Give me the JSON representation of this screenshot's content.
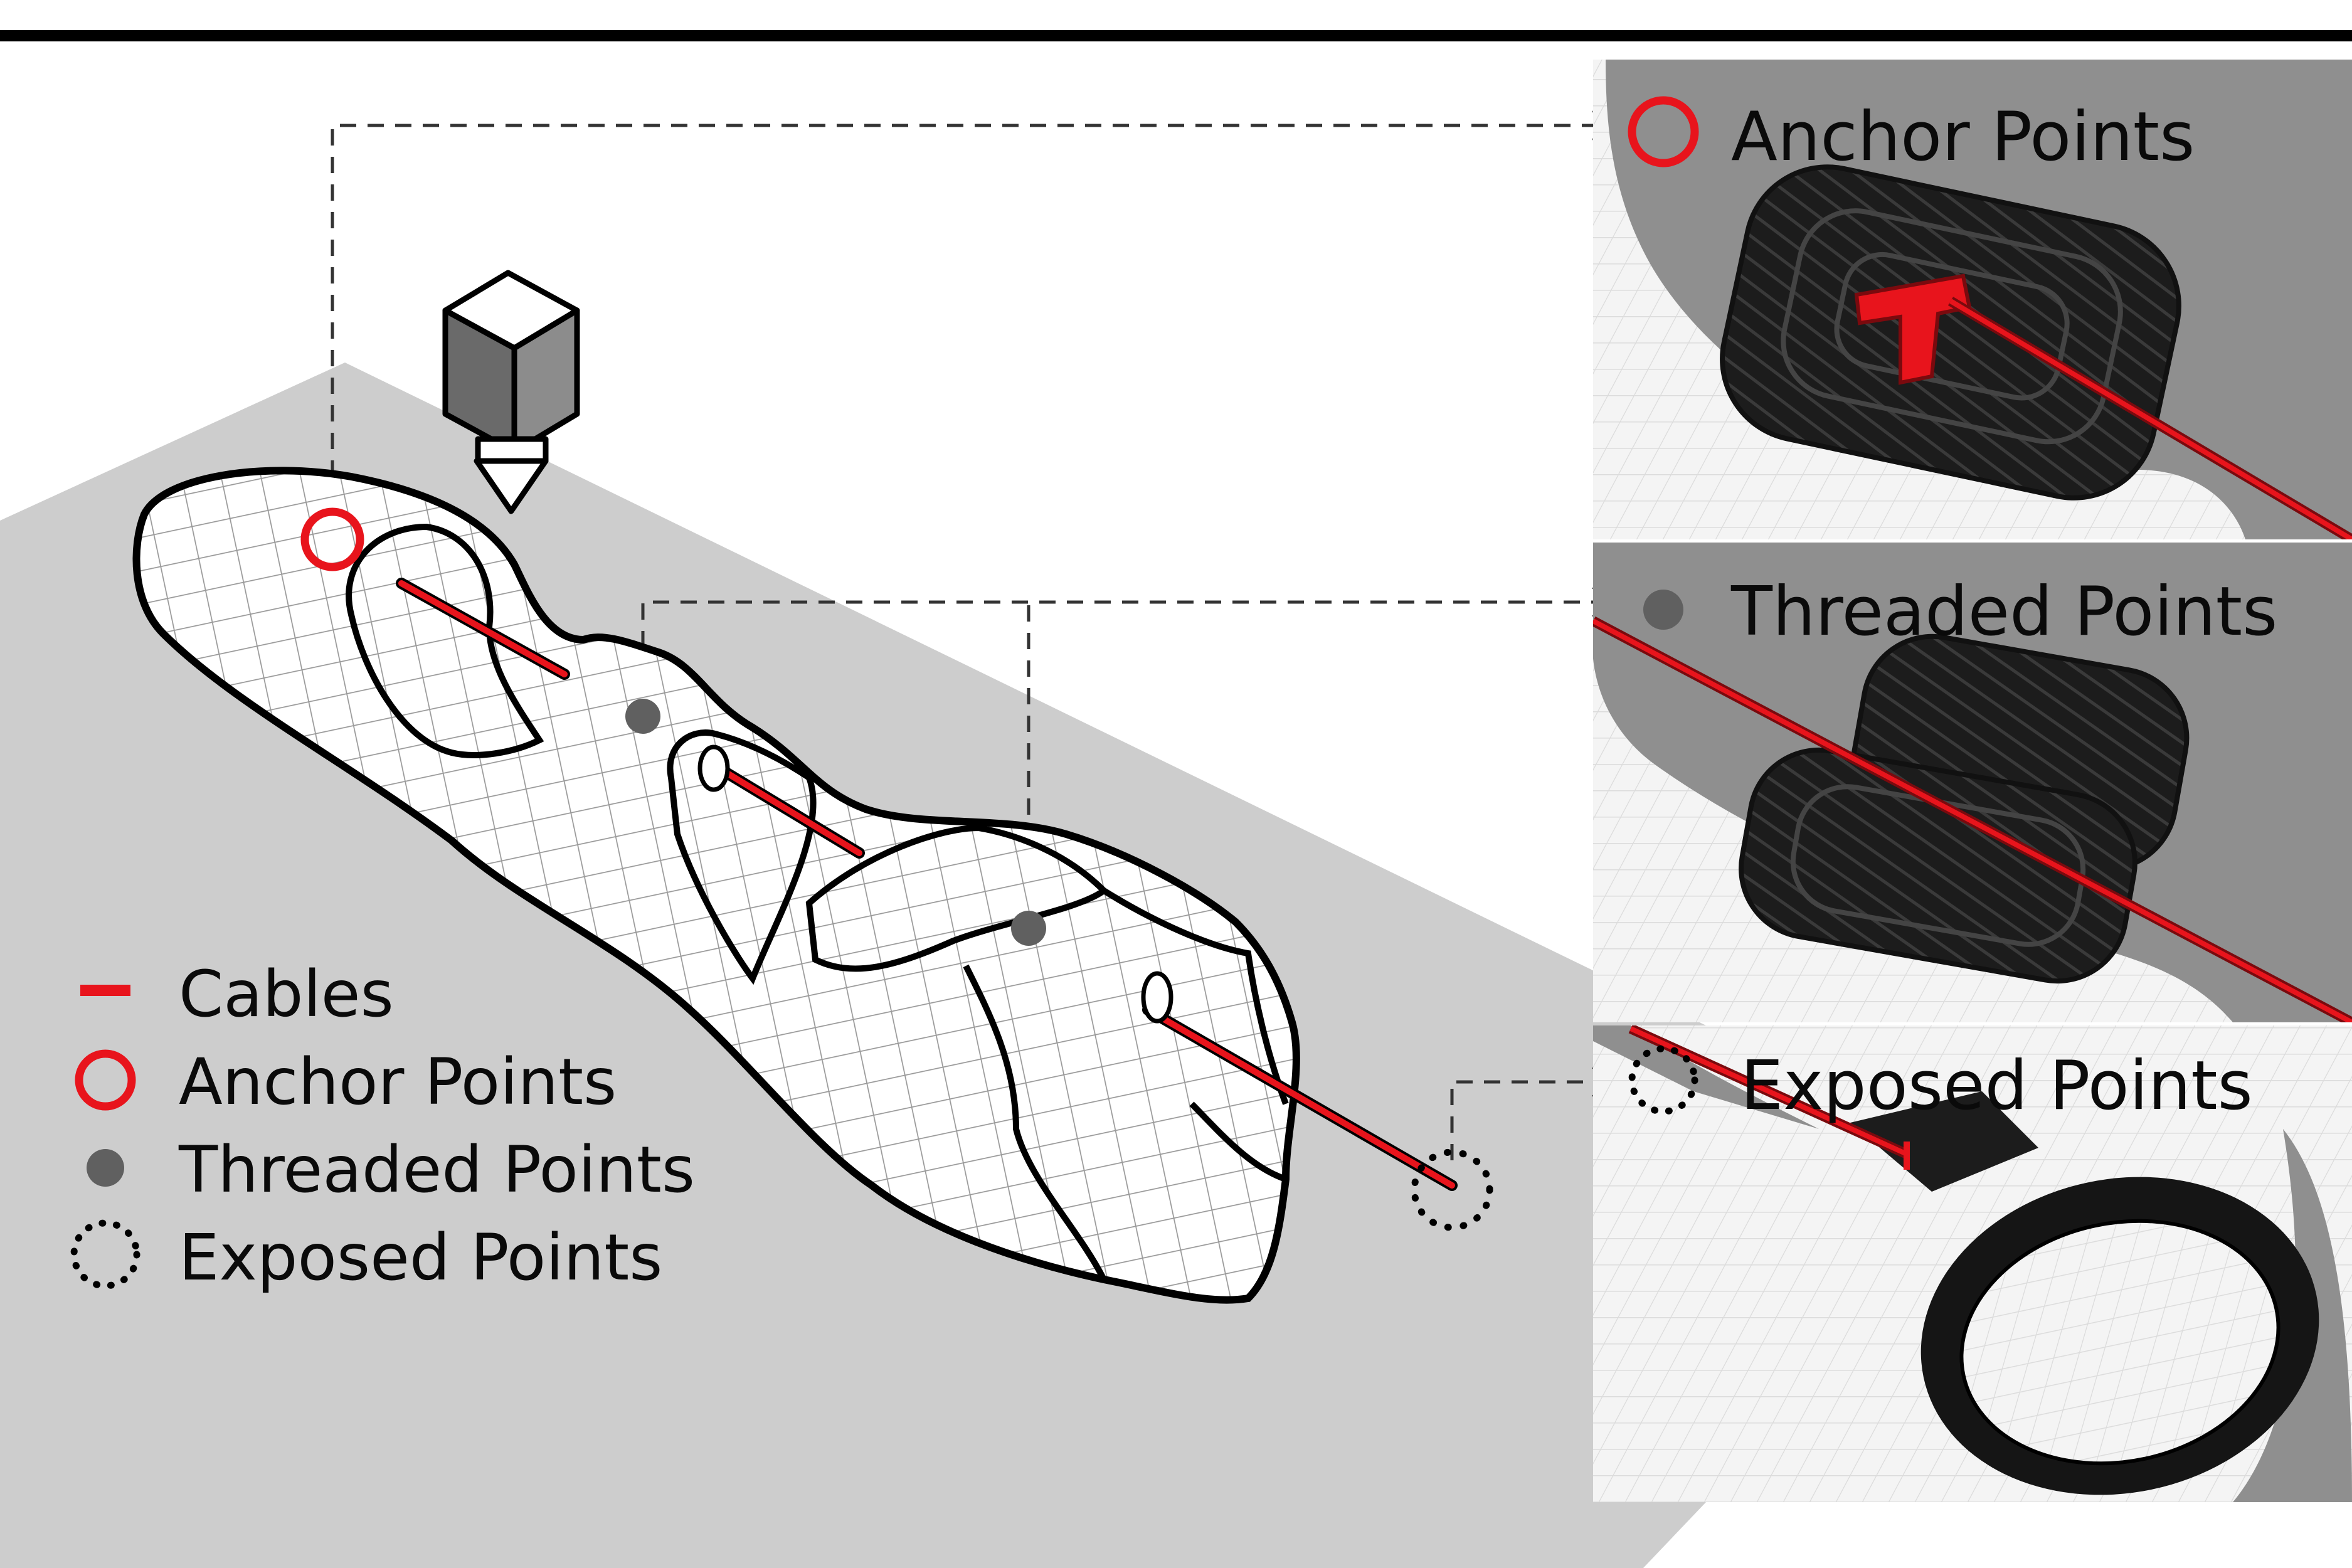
{
  "legend": {
    "cables": "Cables",
    "anchor": "Anchor Points",
    "threaded": "Threaded Points",
    "exposed": "Exposed Points"
  },
  "panels": {
    "anchor": "Anchor Points",
    "threaded": "Threaded Points",
    "exposed": "Exposed Points"
  },
  "colors": {
    "cable": "#e8141c",
    "threaded_dot": "#606060",
    "ground": "#cdcdcd",
    "print_black": "#1b1b1b"
  },
  "icons": [
    "cable-dash-icon",
    "anchor-ring-icon",
    "threaded-dot-icon",
    "exposed-dotted-ring-icon",
    "print-nozzle-icon"
  ]
}
